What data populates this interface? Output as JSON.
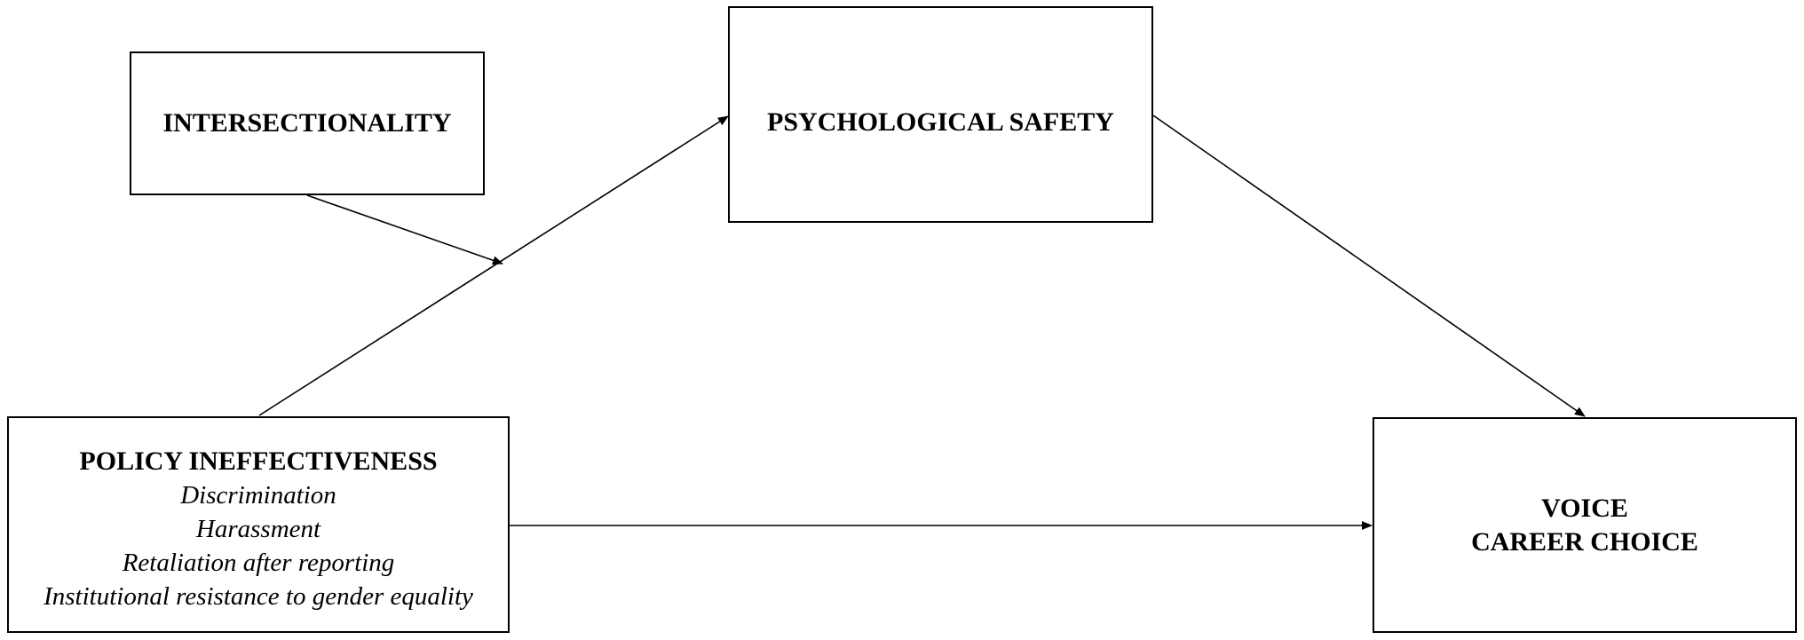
{
  "nodes": {
    "intersectionality": {
      "title": "INTERSECTIONALITY"
    },
    "psychological_safety": {
      "title": "PSYCHOLOGICAL SAFETY"
    },
    "policy_ineffectiveness": {
      "title": "POLICY INEFFECTIVENESS",
      "items": [
        "Discrimination",
        "Harassment",
        "Retaliation after reporting",
        "Institutional resistance to gender equality"
      ]
    },
    "outcomes": {
      "lines": [
        "VOICE",
        "CAREER CHOICE"
      ]
    }
  },
  "edges": [
    {
      "from": "policy_ineffectiveness",
      "to": "psychological_safety",
      "kind": "arrow"
    },
    {
      "from": "intersectionality",
      "to": "policy_to_psych_path",
      "kind": "moderation-arrow"
    },
    {
      "from": "psychological_safety",
      "to": "outcomes",
      "kind": "arrow"
    },
    {
      "from": "policy_ineffectiveness",
      "to": "outcomes",
      "kind": "arrow"
    }
  ],
  "colors": {
    "stroke": "#000000",
    "background": "#ffffff"
  }
}
